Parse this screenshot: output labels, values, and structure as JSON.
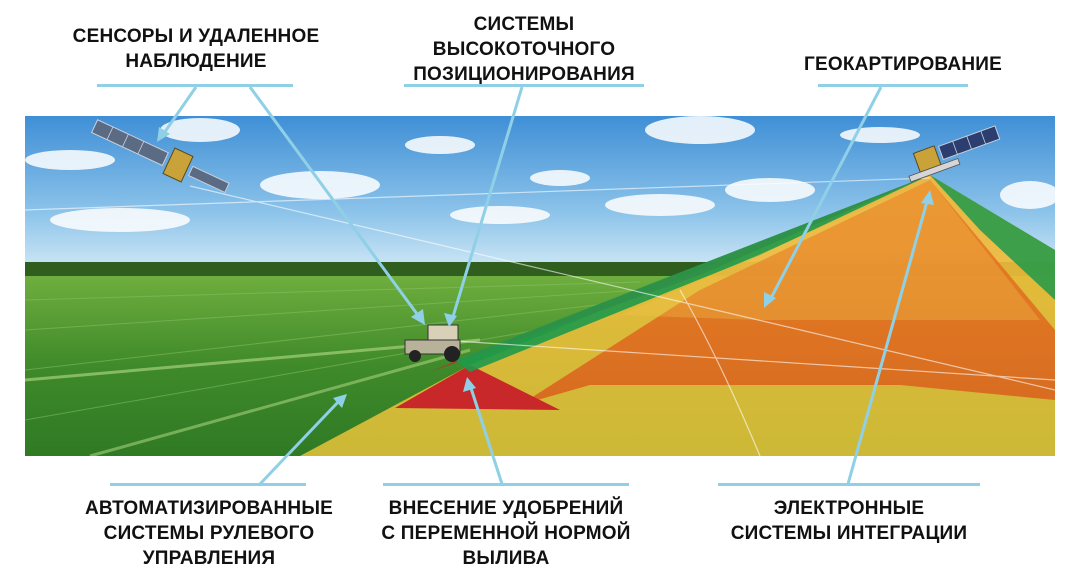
{
  "labels": {
    "sensors": [
      "СЕНСОРЫ И УДАЛЕННОЕ",
      "НАБЛЮДЕНИЕ"
    ],
    "positioning": [
      "СИСТЕМЫ",
      "ВЫСОКОТОЧНОГО",
      "ПОЗИЦИОНИРОВАНИЯ"
    ],
    "geomapping": [
      "ГЕОКАРТИРОВАНИЕ"
    ],
    "steering": [
      "АВТОМАТИЗИРОВАННЫЕ",
      "СИСТЕМЫ РУЛЕВОГО",
      "УПРАВЛЕНИЯ"
    ],
    "fertilizer": [
      "ВНЕСЕНИЕ УДОБРЕНИЙ",
      "С ПЕРЕМЕННОЙ НОРМОЙ",
      "ВЫЛИВА"
    ],
    "integration": [
      "ЭЛЕКТРОННЫЕ",
      "СИСТЕМЫ ИНТЕГРАЦИИ"
    ]
  },
  "colors": {
    "pointer": "#8fd0e6",
    "zone_green": "#1f9a4a",
    "zone_red": "#c8282a",
    "zone_orange": "#e06a1e",
    "zone_yellow": "#e8c43a",
    "field_green": "#3f8a2a"
  }
}
